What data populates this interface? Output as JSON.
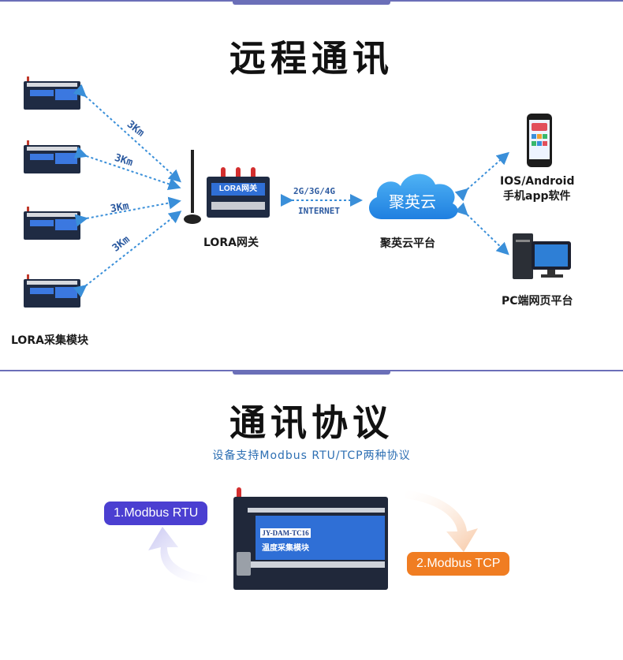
{
  "section1": {
    "title": "远程通讯",
    "module_caption": "LORA采集模块",
    "distance_label": "3Km",
    "gateway_caption": "LORA网关",
    "gateway_device_label": "LORA网关",
    "network_top": "2G/3G/4G",
    "network_bottom": "INTERNET",
    "cloud_text": "聚英云",
    "cloud_caption": "聚英云平台",
    "phone_caption_line1": "IOS/Android",
    "phone_caption_line2": "手机app软件",
    "pc_caption": "PC端网页平台"
  },
  "section2": {
    "title": "通讯协议",
    "subtitle": "设备支持Modbus RTU/TCP两种协议",
    "device_model": "JY-DAM-TC16",
    "device_name": "温度采集模块",
    "protocol_1": "1.Modbus RTU",
    "protocol_2": "2.Modbus TCP"
  },
  "colors": {
    "divider": "#6b6fb8",
    "pill_1": "#4b3fd1",
    "pill_2": "#f07d22",
    "cloud": "#2d8ee8",
    "arrow": "#3a8fd9"
  }
}
